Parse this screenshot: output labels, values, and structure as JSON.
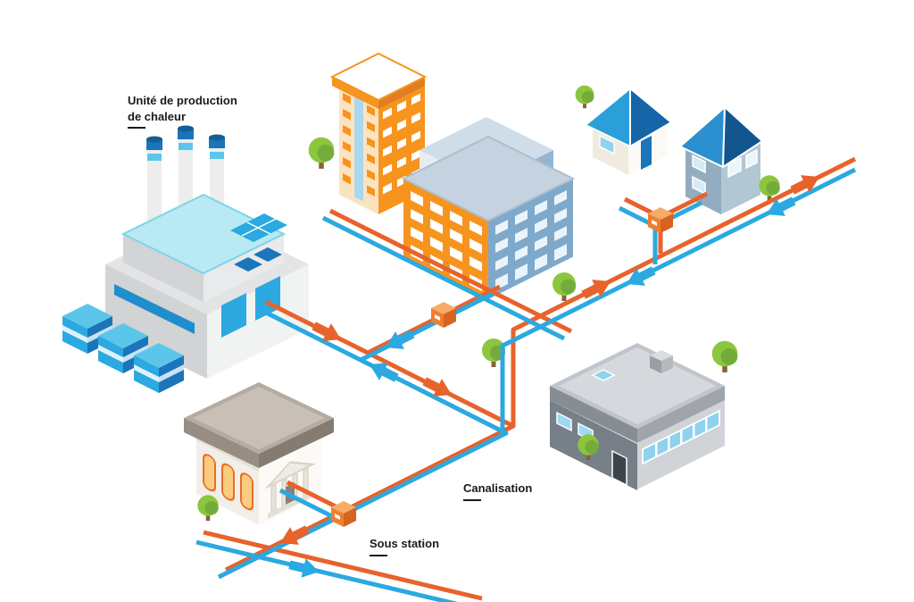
{
  "labels": {
    "production_unit_line1": "Unité de production",
    "production_unit_line2": "de chaleur",
    "pipeline": "Canalisation",
    "substation": "Sous station"
  },
  "colors": {
    "hot_pipe": "#E8622C",
    "cold_pipe": "#2BA9E0",
    "accent_orange": "#F7941E",
    "accent_dark_blue": "#1B75BB",
    "roof_cyan": "#B9E9F2",
    "tree_green": "#8CC63E",
    "text": "#1A1A1A"
  }
}
